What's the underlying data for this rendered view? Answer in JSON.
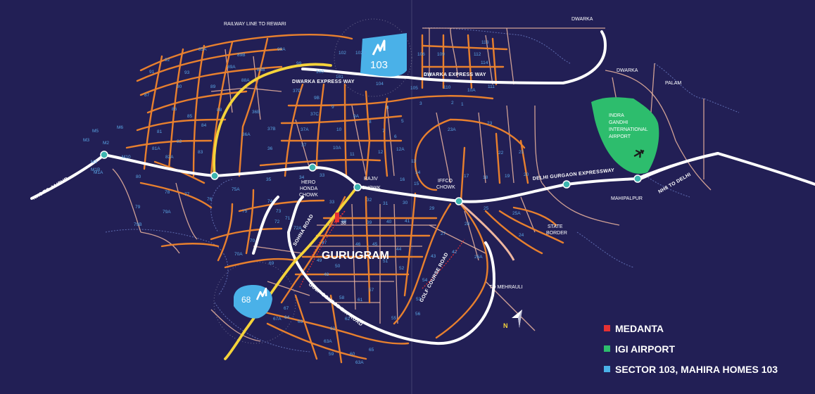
{
  "colors": {
    "background": "#221f55",
    "arterial": "#e8802e",
    "minor_road": "#efb7a0",
    "expressway": "#ffffff",
    "nh48_main": "#f5d33a",
    "sector_border": "#3f7fc2",
    "water_boundary": "#6e7fc7",
    "medanta": "#e63133",
    "igi": "#2dbd6d",
    "project": "#4ab1e8"
  },
  "places": {
    "railway": "RAILWAY LINE TO REWARI",
    "dwarka_top": "DWARKA",
    "dwarka_mid": "DWARKA",
    "palam": "PALAM",
    "igi_line1": "INDRA",
    "igi_line2": "GANDHI",
    "igi_line3": "INTERNATIONAL",
    "igi_line4": "AIRPORT",
    "mahipalpur": "MAHIPALPUR",
    "state_border_1": "STATE",
    "state_border_2": "BORDER",
    "to_mehrauli": "TO MEHRAULI",
    "gurugram": "GURUGRAM",
    "hero_1": "HERO",
    "hero_2": "HONDA",
    "hero_3": "CHOWK",
    "rajiv_1": "RAJIV",
    "rajiv_2": "CHOWK",
    "iffco_1": "IFFCO",
    "iffco_2": "CHOWK"
  },
  "roads": {
    "dwarka_exp_1": "DWARKA EXPRESS WAY",
    "dwarka_exp_2": "DWARKA EXPRESS WAY",
    "delhi_gurgaon": "DELHI GURGAON EXPRESSWAY",
    "nh8_jaipur": "NH8 TO JAIPUR",
    "nh8_delhi": "NH8 TO DELHI",
    "sohna": "SOHNA ROAD",
    "golf_course": "GOLF COURSE ROAD",
    "golf_ext": "GOLF COURSE EXT ROAD"
  },
  "markers": {
    "m103_label": "103",
    "m68_label": "68",
    "medanta_sector": "38",
    "north": "N"
  },
  "sectors": [
    [
      "85A",
      282,
      72
    ],
    [
      "89B",
      337,
      80
    ],
    [
      "99A",
      394,
      72
    ],
    [
      "92",
      234,
      87
    ],
    [
      "89A",
      323,
      97
    ],
    [
      "88B",
      365,
      101
    ],
    [
      "93",
      262,
      105
    ],
    [
      "91",
      212,
      104
    ],
    [
      "88A",
      343,
      116
    ],
    [
      "90",
      251,
      125
    ],
    [
      "89",
      299,
      125
    ],
    [
      "87",
      205,
      137
    ],
    [
      "37D",
      416,
      131
    ],
    [
      "86",
      244,
      157
    ],
    [
      "88",
      308,
      158
    ],
    [
      "36B",
      358,
      161
    ],
    [
      "37C",
      441,
      164
    ],
    [
      "85",
      266,
      167
    ],
    [
      "84",
      286,
      180
    ],
    [
      "36A",
      344,
      193
    ],
    [
      "37B",
      380,
      185
    ],
    [
      "37A",
      427,
      186
    ],
    [
      "M5",
      131,
      188
    ],
    [
      "M6",
      166,
      183
    ],
    [
      "81",
      223,
      189
    ],
    [
      "82",
      251,
      203
    ],
    [
      "83",
      281,
      218
    ],
    [
      "M3",
      118,
      201
    ],
    [
      "M2",
      146,
      205
    ],
    [
      "M10",
      173,
      225
    ],
    [
      "81A",
      216,
      213
    ],
    [
      "82A",
      235,
      225
    ],
    [
      "M1",
      129,
      232
    ],
    [
      "M1B",
      129,
      243
    ],
    [
      "M1A",
      133,
      247
    ],
    [
      "80",
      193,
      253
    ],
    [
      "78",
      234,
      275
    ],
    [
      "77",
      262,
      278
    ],
    [
      "76",
      294,
      285
    ],
    [
      "79",
      192,
      296
    ],
    [
      "79A",
      231,
      303
    ],
    [
      "79B",
      190,
      321
    ],
    [
      "75A",
      329,
      271
    ],
    [
      "75",
      344,
      302
    ],
    [
      "74",
      380,
      288
    ],
    [
      "73",
      392,
      302
    ],
    [
      "71",
      405,
      312
    ],
    [
      "72",
      390,
      317
    ],
    [
      "72A",
      417,
      326
    ],
    [
      "36",
      380,
      213
    ],
    [
      "37",
      428,
      208
    ],
    [
      "35",
      378,
      257
    ],
    [
      "34",
      425,
      254
    ],
    [
      "33",
      454,
      251
    ],
    [
      "10A",
      473,
      212
    ],
    [
      "11",
      497,
      221
    ],
    [
      "12",
      537,
      218
    ],
    [
      "12A",
      563,
      214
    ],
    [
      "13",
      584,
      231
    ],
    [
      "14",
      590,
      247
    ],
    [
      "15",
      588,
      263
    ],
    [
      "16",
      568,
      257
    ],
    [
      "9",
      471,
      154
    ],
    [
      "9A",
      502,
      167
    ],
    [
      "9B",
      446,
      141
    ],
    [
      "8",
      524,
      175
    ],
    [
      "7",
      543,
      188
    ],
    [
      "6",
      560,
      196
    ],
    [
      "5",
      570,
      174
    ],
    [
      "4",
      549,
      155
    ],
    [
      "3",
      596,
      149
    ],
    [
      "2",
      641,
      148
    ],
    [
      "1",
      655,
      150
    ],
    [
      "23A",
      636,
      186
    ],
    [
      "23",
      692,
      177
    ],
    [
      "22",
      708,
      219
    ],
    [
      "21",
      737,
      218
    ],
    [
      "17",
      659,
      252
    ],
    [
      "18",
      686,
      254
    ],
    [
      "19",
      717,
      252
    ],
    [
      "20",
      744,
      250
    ],
    [
      "104",
      534,
      121
    ],
    [
      "106",
      593,
      79
    ],
    [
      "109",
      621,
      79
    ],
    [
      "112",
      673,
      79
    ],
    [
      "113",
      684,
      62
    ],
    [
      "114",
      683,
      91
    ],
    [
      "111",
      693,
      125
    ],
    [
      "110",
      630,
      126
    ],
    [
      "10A",
      664,
      130
    ],
    [
      "105",
      583,
      127
    ],
    [
      "102",
      481,
      77
    ],
    [
      "102A",
      505,
      77
    ],
    [
      "100",
      449,
      104
    ],
    [
      "101",
      477,
      111
    ],
    [
      "108",
      602,
      108
    ],
    [
      "99",
      421,
      92
    ],
    [
      "10",
      478,
      186
    ],
    [
      "32",
      521,
      286
    ],
    [
      "31",
      544,
      291
    ],
    [
      "30",
      572,
      290
    ],
    [
      "29",
      610,
      298
    ],
    [
      "28",
      660,
      320
    ],
    [
      "27",
      626,
      334
    ],
    [
      "26A",
      674,
      367
    ],
    [
      "25",
      687,
      298
    ],
    [
      "25A",
      728,
      305
    ],
    [
      "24",
      737,
      336
    ],
    [
      "33",
      468,
      289
    ],
    [
      "38",
      485,
      316
    ],
    [
      "39",
      521,
      318
    ],
    [
      "40",
      549,
      317
    ],
    [
      "41",
      575,
      316
    ],
    [
      "47",
      457,
      347
    ],
    [
      "46",
      505,
      349
    ],
    [
      "45",
      529,
      349
    ],
    [
      "44",
      563,
      356
    ],
    [
      "43",
      612,
      366
    ],
    [
      "42",
      642,
      360
    ],
    [
      "49",
      450,
      372
    ],
    [
      "50",
      476,
      380
    ],
    [
      "51",
      544,
      373
    ],
    [
      "52",
      567,
      383
    ],
    [
      "48",
      460,
      392
    ],
    [
      "57",
      524,
      414
    ],
    [
      "54",
      600,
      400
    ],
    [
      "53",
      591,
      427
    ],
    [
      "55",
      556,
      454
    ],
    [
      "56",
      590,
      448
    ],
    [
      "70A",
      333,
      363
    ],
    [
      "70",
      355,
      344
    ],
    [
      "69",
      382,
      376
    ],
    [
      "67",
      403,
      440
    ],
    [
      "67A",
      388,
      455
    ],
    [
      "64",
      404,
      453
    ],
    [
      "63",
      423,
      459
    ],
    [
      "58",
      482,
      425
    ],
    [
      "61",
      508,
      428
    ],
    [
      "62",
      490,
      455
    ],
    [
      "63",
      469,
      469
    ],
    [
      "63A",
      460,
      487
    ],
    [
      "59",
      467,
      505
    ],
    [
      "60",
      497,
      505
    ],
    [
      "63A",
      505,
      517
    ],
    [
      "65",
      524,
      499
    ]
  ],
  "legend": [
    {
      "label": "MEDANTA",
      "color": "#e63133"
    },
    {
      "label": "IGI AIRPORT",
      "color": "#2dbd6d"
    },
    {
      "label": "SECTOR 103, MAHIRA HOMES 103",
      "color": "#4ab1e8"
    }
  ]
}
